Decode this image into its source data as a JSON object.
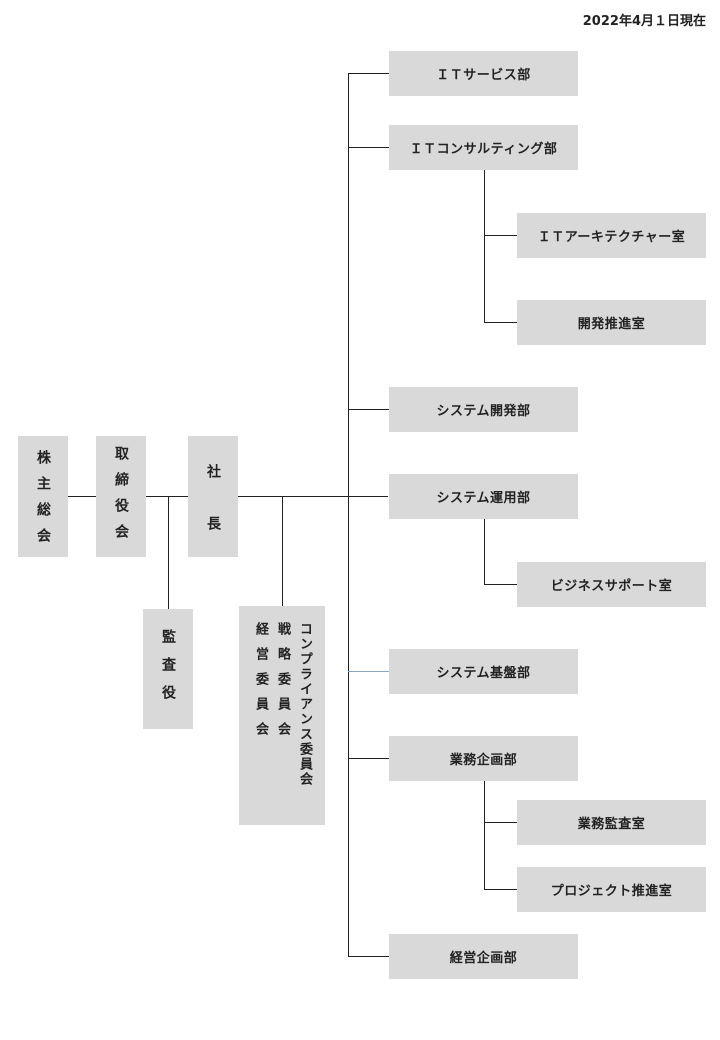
{
  "date": "2022年4月１日現在",
  "left_chain": {
    "shareholders": "株主総会",
    "board": "取締役会",
    "president": "社　長",
    "auditor": "監査役"
  },
  "committees": {
    "compliance": "コンプライアンス委員会",
    "strategy": "戦略委員会",
    "management": "経営委員会"
  },
  "departments": {
    "it_service": "ＩＴサービス部",
    "it_consulting": "ＩＴコンサルティング部",
    "it_architecture": "ＩＴアーキテクチャー室",
    "dev_promotion": "開発推進室",
    "system_dev": "システム開発部",
    "system_ops": "システム運用部",
    "business_support": "ビジネスサポート室",
    "system_infra": "システム基盤部",
    "business_planning": "業務企画部",
    "business_audit": "業務監査室",
    "project_promotion": "プロジェクト推進室",
    "corporate_planning": "経営企画部"
  }
}
